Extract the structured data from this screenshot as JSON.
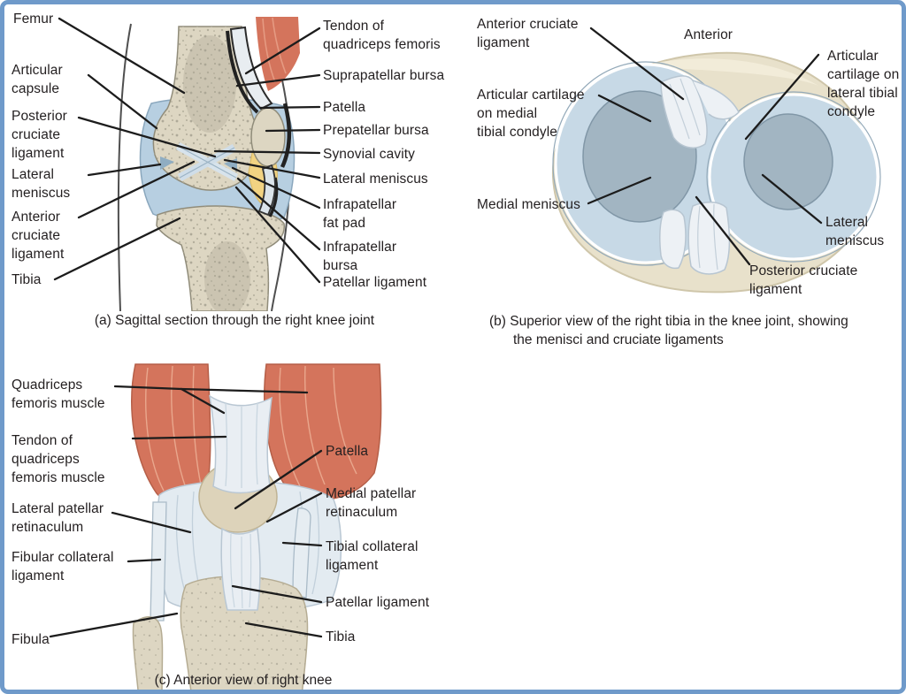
{
  "figure": {
    "subject": "Knee joint anatomy diagram",
    "border_color": "#6f9aca",
    "background_color": "#ffffff"
  },
  "colors": {
    "bone": "#ddd6c2",
    "bone_speckle": "#a9a493",
    "bone_shadow": "#b6b09d",
    "capsule": "#b7cfe1",
    "cartilage": "#a2b5c2",
    "meniscus": "#c7d9e6",
    "ligament": "#edf1f5",
    "muscle": "#d4745c",
    "fat_pad": "#f2d382",
    "leader_line": "#1c1c1c"
  },
  "panel_a": {
    "caption": "(a) Sagittal section through the right knee joint",
    "labels": {
      "femur": "Femur",
      "articular_capsule": "Articular\ncapsule",
      "posterior_cruciate_ligament": "Posterior\ncruciate\nligament",
      "lateral_meniscus_left": "Lateral\nmeniscus",
      "anterior_cruciate_ligament": "Anterior\ncruciate\nligament",
      "tibia": "Tibia",
      "tendon_of_quadriceps_femoris": "Tendon of\nquadriceps femoris",
      "suprapatellar_bursa": "Suprapatellar bursa",
      "patella": "Patella",
      "prepatellar_bursa": "Prepatellar bursa",
      "synovial_cavity": "Synovial cavity",
      "lateral_meniscus_right": "Lateral meniscus",
      "infrapatellar_fat_pad": "Infrapatellar\nfat pad",
      "infrapatellar_bursa": "Infrapatellar\nbursa",
      "patellar_ligament": "Patellar ligament"
    }
  },
  "panel_b": {
    "orientation_label": "Anterior",
    "caption_line1": "(b) Superior view of the right tibia in the knee joint, showing",
    "caption_line2": "the menisci and cruciate ligaments",
    "labels": {
      "anterior_cruciate_ligament": "Anterior cruciate\nligament",
      "articular_cartilage_medial": "Articular cartilage\non medial\ntibial condyle",
      "articular_cartilage_lateral": "Articular\ncartilage on\nlateral tibial\ncondyle",
      "medial_meniscus": "Medial meniscus",
      "lateral_meniscus": "Lateral\nmeniscus",
      "posterior_cruciate_ligament": "Posterior cruciate\nligament"
    }
  },
  "panel_c": {
    "caption": "(c) Anterior view of right knee",
    "labels": {
      "quadriceps_femoris_muscle": "Quadriceps\nfemoris muscle",
      "tendon_of_quadriceps_femoris_muscle": "Tendon of\nquadriceps\nfemoris muscle",
      "lateral_patellar_retinaculum": "Lateral patellar\nretinaculum",
      "fibular_collateral_ligament": "Fibular collateral\nligament",
      "fibula": "Fibula",
      "patella": "Patella",
      "medial_patellar_retinaculum": "Medial patellar\nretinaculum",
      "tibial_collateral_ligament": "Tibial collateral\nligament",
      "patellar_ligament": "Patellar ligament",
      "tibia": "Tibia"
    }
  }
}
